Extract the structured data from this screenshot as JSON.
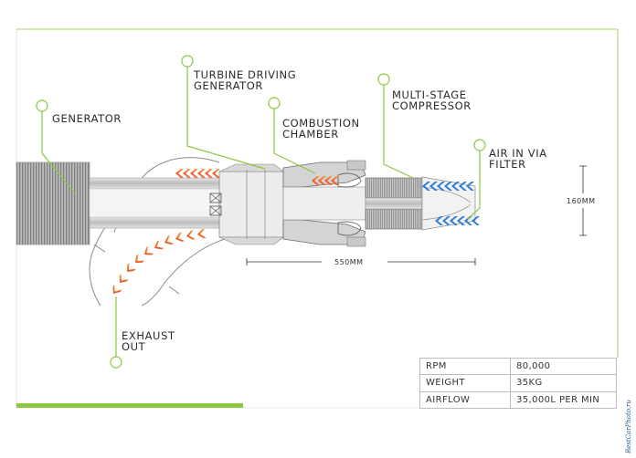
{
  "labels": {
    "generator": "GENERATOR",
    "turbine_driving_generator": [
      "TURBINE DRIVING",
      "GENERATOR"
    ],
    "combustion_chamber": [
      "COMBUSTION",
      "CHAMBER"
    ],
    "multi_stage_compressor": [
      "MULTI-STAGE",
      "COMPRESSOR"
    ],
    "air_in_via_filter": [
      "AIR IN VIA",
      "FILTER"
    ],
    "exhaust_out": [
      "EXHAUST",
      "OUT"
    ]
  },
  "dimensions": {
    "length": "550MM",
    "height": "160MM"
  },
  "specs": [
    {
      "key": "RPM",
      "value": "80,000"
    },
    {
      "key": "WEIGHT",
      "value": "35KG"
    },
    {
      "key": "AIRFLOW",
      "value": "35,000L PER MIN"
    }
  ],
  "watermark": "BestCarPhoto.ru",
  "colors": {
    "accent": "#8dc63f",
    "hot": "#ef5a24",
    "cold": "#1f78d1",
    "metal": "#9a9a9a"
  }
}
